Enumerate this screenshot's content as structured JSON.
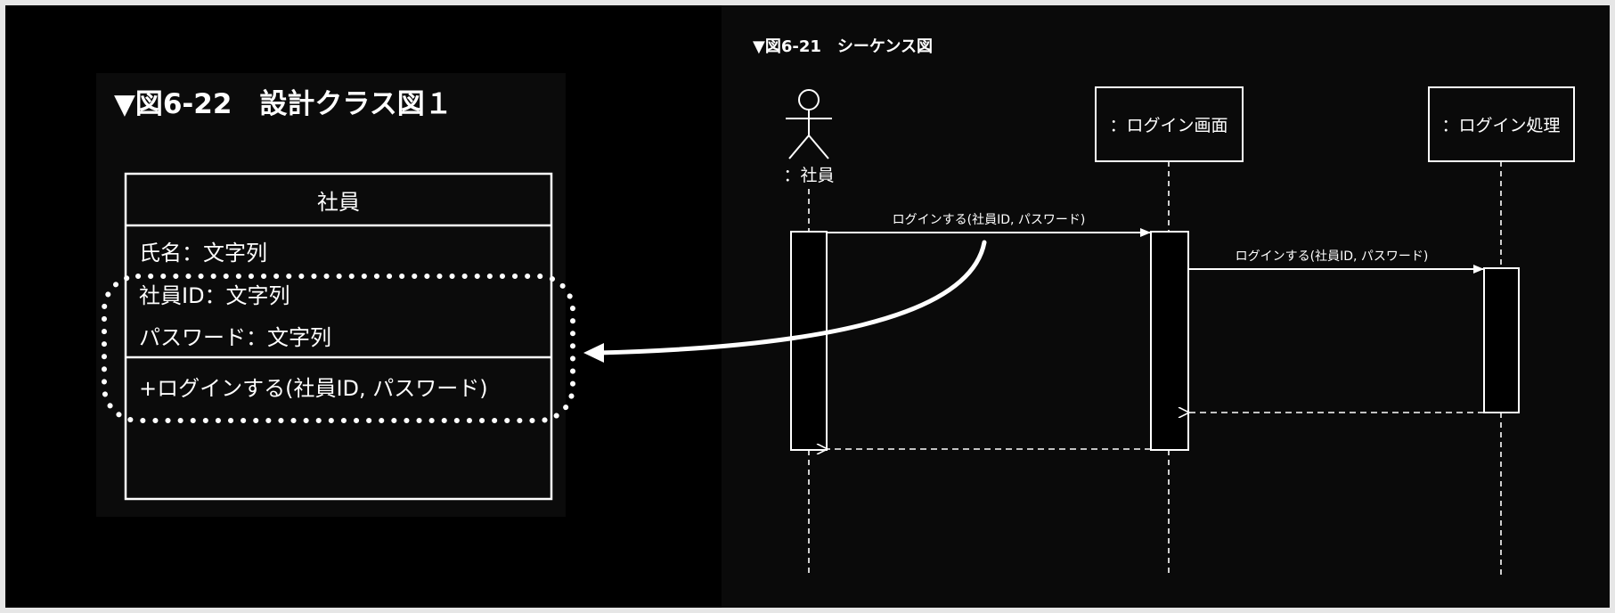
{
  "class_figure": {
    "caption": "▼図6-22　設計クラス図１",
    "class_name": "社員",
    "attributes": [
      "氏名：文字列",
      "社員ID：文字列",
      "パスワード：文字列"
    ],
    "operations": [
      "+ログインする(社員ID, パスワード)"
    ]
  },
  "sequence_figure": {
    "caption": "▼図6-21　シーケンス図",
    "actor_label": "：社員",
    "lifeline_1": "：ログイン画面",
    "lifeline_2": "：ログイン処理",
    "message_1": "ログインする(社員ID, パスワード)",
    "message_2": "ログインする(社員ID, パスワード)"
  },
  "colors": {
    "background": "#000000",
    "frame": "#e6e6e6",
    "ink": "#ffffff"
  }
}
